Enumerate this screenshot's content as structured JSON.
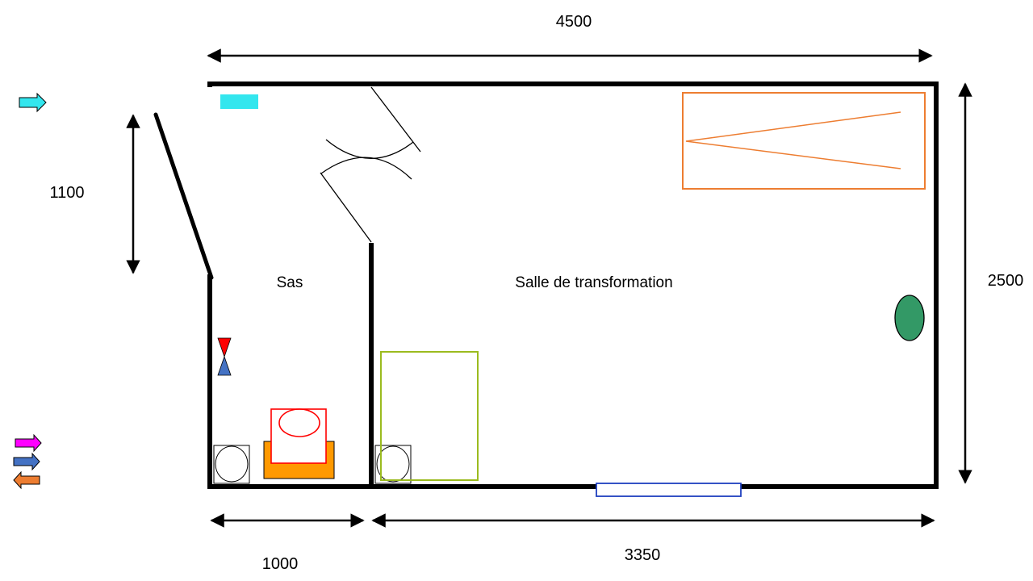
{
  "dimensions": {
    "total_width": "4500",
    "total_height": "2500",
    "door_width": "1100",
    "sas_width": "1000",
    "salle_width": "3350"
  },
  "rooms": {
    "sas": "Sas",
    "salle": "Salle de transformation"
  },
  "colors": {
    "wall": "#000000",
    "cyan_marker": "#33e6ee",
    "transformer_outline": "#ed7d31",
    "cell_outline": "#9bbb1f",
    "green_element": "#339966",
    "vent_outline": "#1f3fbf",
    "valve_red": "#ff0000",
    "valve_blue": "#4472c4",
    "panel_orange": "#ff9900",
    "panel_red": "#ff0000",
    "arrow_cyan": "#33e6ee",
    "arrow_magenta": "#ff00ff",
    "arrow_blue": "#4472c4",
    "arrow_orange": "#ed7d31"
  },
  "icons": {
    "legend_arrow_cyan": "right-arrow-icon",
    "legend_arrow_magenta": "right-arrow-icon",
    "legend_arrow_blue": "right-arrow-icon",
    "legend_arrow_orange": "left-arrow-icon",
    "valve": "valve-icon"
  }
}
